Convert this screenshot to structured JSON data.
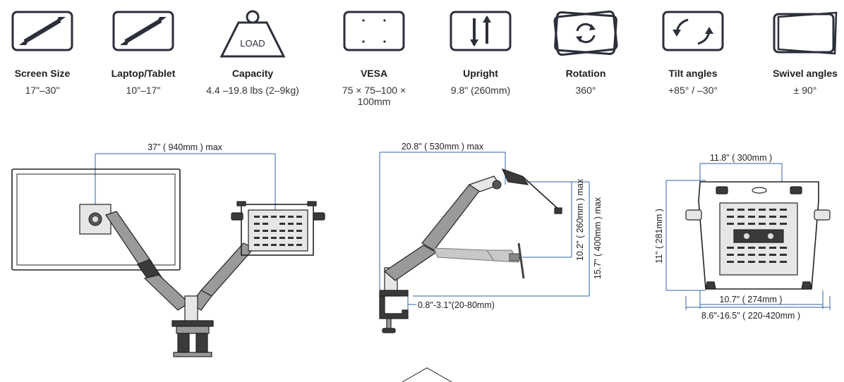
{
  "specs": [
    {
      "icon": "screen-size-icon",
      "label": "Screen Size",
      "value": "17\"–30\""
    },
    {
      "icon": "laptop-tablet-icon",
      "label": "Laptop/Tablet",
      "value": "10\"–17\""
    },
    {
      "icon": "capacity-weight-icon",
      "label": "Capacity",
      "value": "4.4 –19.8 lbs (2–9kg)",
      "icon_text": "LOAD"
    },
    {
      "icon": "vesa-icon",
      "label": "VESA",
      "value": "75 × 75–100 × 100mm"
    },
    {
      "icon": "upright-icon",
      "label": "Upright",
      "value": "9.8\" (260mm)"
    },
    {
      "icon": "rotation-icon",
      "label": "Rotation",
      "value": "360°"
    },
    {
      "icon": "tilt-angles-icon",
      "label": "Tilt angles",
      "value": "+85°   /  –30°"
    },
    {
      "icon": "swivel-angles-icon",
      "label": "Swivel angles",
      "value": "± 90°"
    }
  ],
  "front_view": {
    "reach_label": "37\" ( 940mm ) max"
  },
  "side_view": {
    "depth_label": "20.8\" ( 530mm ) max",
    "height_inner_label": "10.2\" ( 260mm ) max",
    "height_outer_label": "15.7\" ( 400mm ) max",
    "clamp_label": "0.8\"-3.1\"(20-80mm)"
  },
  "tray_view": {
    "top_width_label": "11.8\" ( 300mm )",
    "height_label": "11\" ( 281mm )",
    "inner_width_label": "10.7\" ( 274mm )",
    "outer_width_label": "8.6\"-16.5\" ( 220-420mm )"
  },
  "colors": {
    "dimension_line": "#2f63a8",
    "icon_stroke": "#2b2f3a",
    "text": "#1f1f1f"
  }
}
